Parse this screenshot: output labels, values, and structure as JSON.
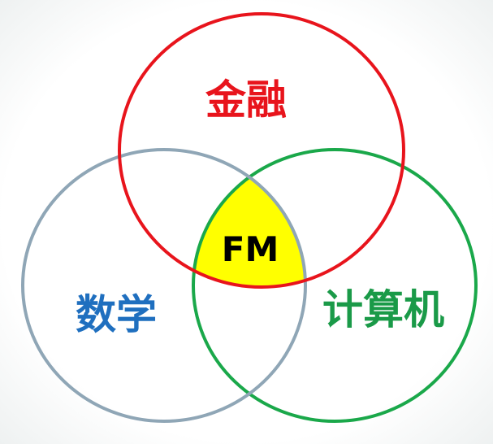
{
  "diagram": {
    "type": "venn",
    "sets": [
      {
        "label": "金融",
        "color": "#e8141c",
        "text_color": "#e8141c"
      },
      {
        "label": "数学",
        "color": "#8fa6b6",
        "text_color": "#1f6fbf"
      },
      {
        "label": "计算机",
        "color": "#1aa84a",
        "text_color": "#1a9a48"
      }
    ],
    "intersection": {
      "label": "FM",
      "fill": "#ffff00",
      "text_color": "#000000"
    }
  }
}
